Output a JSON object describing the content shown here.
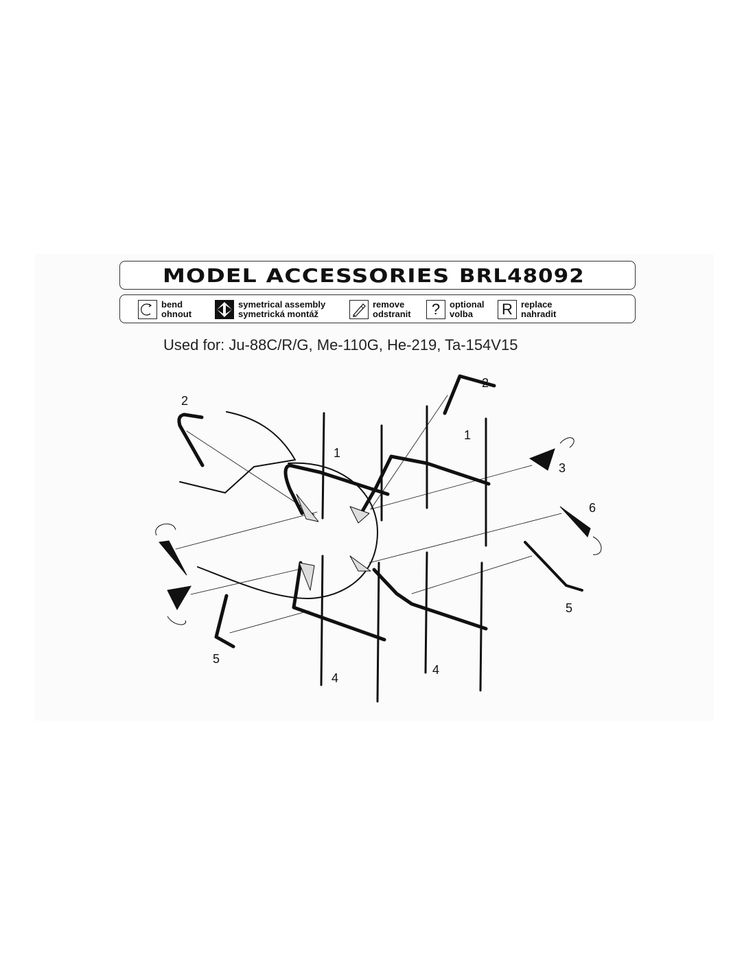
{
  "header": {
    "title": "MODEL ACCESSORIES",
    "code": "BRL48092"
  },
  "legend": {
    "items": [
      {
        "icon": "bend-icon",
        "line1": "bend",
        "line2": "ohnout"
      },
      {
        "icon": "symmetrical-assembly-icon",
        "line1": "symetrical assembly",
        "line2": "symetrická montáž"
      },
      {
        "icon": "remove-icon",
        "line1": "remove",
        "line2": "odstranit"
      },
      {
        "icon": "optional-icon",
        "glyph": "?",
        "line1": "optional",
        "line2": "volba"
      },
      {
        "icon": "replace-icon",
        "glyph": "R",
        "line1": "replace",
        "line2": "nahradit"
      }
    ]
  },
  "used_for": "Used for: Ju-88C/R/G, Me-110G, He-219, Ta-154V15",
  "diagram": {
    "labels": {
      "part1_left": "1",
      "part1_right": "1",
      "part2_left": "2",
      "part2_right": "2",
      "part3": "3",
      "part4_left": "4",
      "part4_right": "4",
      "part5_left": "5",
      "part5_right": "5",
      "part6": "6"
    }
  }
}
